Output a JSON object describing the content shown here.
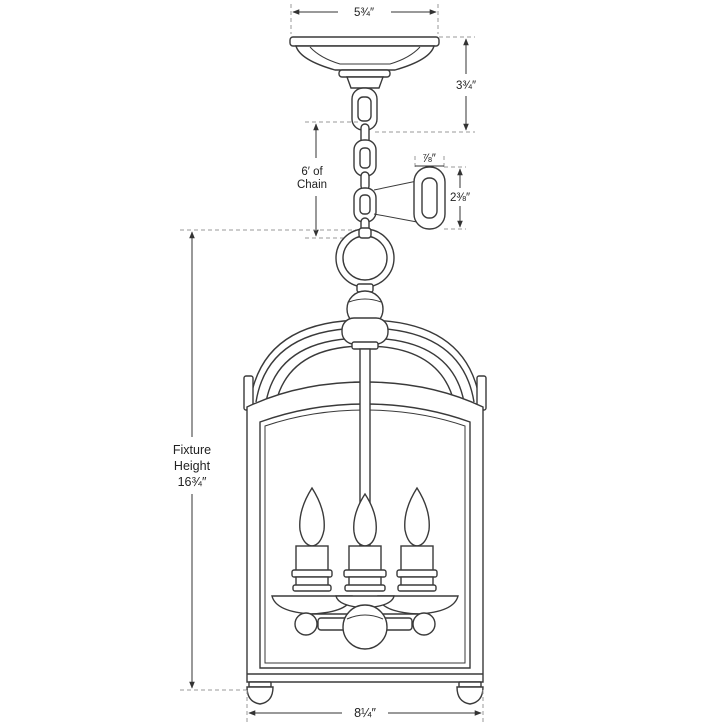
{
  "dimensions": {
    "canopy_width": "5¾″",
    "canopy_height": "3¾″",
    "chain_length_line1": "6′ of",
    "chain_length_line2": "Chain",
    "link_width": "⅞″",
    "link_height": "2⅜″",
    "fixture_height_line1": "Fixture",
    "fixture_height_line2": "Height",
    "fixture_height_line3": "16¾″",
    "fixture_width": "8¼″"
  }
}
